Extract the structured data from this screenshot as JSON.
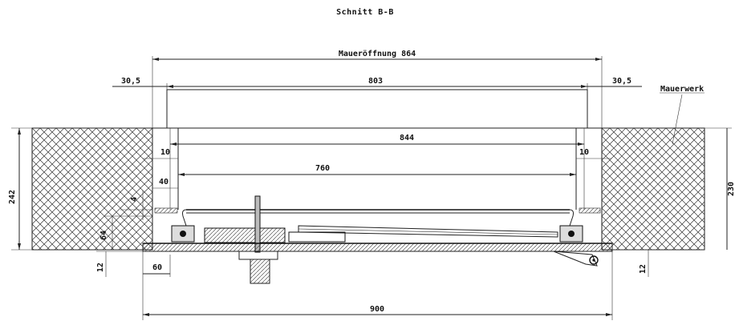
{
  "drawing": {
    "title": "Schnitt B-B",
    "material_label": "Mauerwerk"
  },
  "dimensions": {
    "wall_opening": "Maueröffnung 864",
    "left_offset": "30,5",
    "right_offset": "30,5",
    "frame_width": "803",
    "inner_width": "844",
    "clear_width": "760",
    "left_inset_10": "10",
    "right_inset_10": "10",
    "left_inset_40": "40",
    "overall_width": "900",
    "left_flange": "60",
    "height_left": "242",
    "height_right": "230",
    "bottom_left": "12",
    "bottom_right": "12",
    "small_vertical_a": "4",
    "small_vertical_b": "64"
  }
}
